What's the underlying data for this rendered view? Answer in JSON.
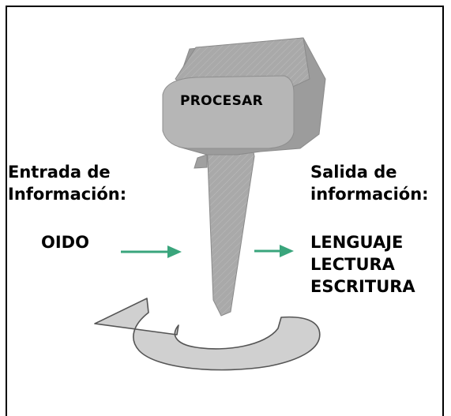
{
  "center_label": "PROCESAR",
  "input": {
    "heading_line1": "Entrada de",
    "heading_line2": "Información:",
    "item": "OIDO"
  },
  "output": {
    "heading_line1": "Salida de",
    "heading_line2": "información:",
    "items": [
      "LENGUAJE",
      "LECTURA",
      "ESCRITURA"
    ]
  },
  "colors": {
    "arrow": "#3aa57c",
    "shape_fill": "#a9a9a9",
    "cycle_fill": "#cfcfcf"
  }
}
